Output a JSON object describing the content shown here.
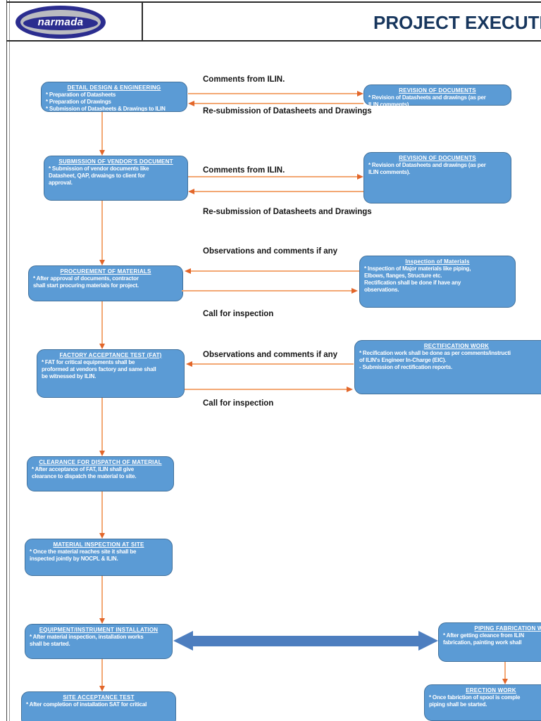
{
  "colors": {
    "box_fill": "#5b9bd5",
    "box_border": "#41719c",
    "arrow_orange_line": "#f3a874",
    "arrow_orange_head": "#e2662a",
    "arrow_blue": "#4d7ebf",
    "title_color": "#17365d",
    "logo_navy": "#2b2d8f",
    "logo_gray": "#babbc0"
  },
  "header": {
    "logo_text": "narmada",
    "title": "PROJECT EXECUTIC"
  },
  "labels": {
    "comments_1": "Comments from ILIN.",
    "resubmission_1": "Re-submission of Datasheets and Drawings",
    "comments_2": "Comments from ILIN.",
    "resubmission_2": "Re-submission of Datasheets and Drawings",
    "observations_1": "Observations and comments if any",
    "call_inspection_1": "Call for inspection",
    "observations_2": "Observations and comments if any",
    "call_inspection_2": "Call for inspection"
  },
  "boxes": {
    "detail_design": {
      "title": "DETAIL DESIGN & ENGINEERING",
      "lines": [
        "* Preparation of Datasheets",
        "* Preparation of Drawings",
        "* Submission of Datasheets & Drawings to ILIN"
      ]
    },
    "revision_documents_1": {
      "title": "REVISION OF DOCUMENTS",
      "lines": [
        "* Revision of Datasheets and drawings (as per",
        "ILIN comments)"
      ]
    },
    "submission_vendor_document": {
      "title": "SUBMISSION OF VENDOR'S DOCUMENT",
      "lines": [
        "* Submission of vendor documents like",
        "Datasheet, QAP, drwaings to client for",
        "approval."
      ]
    },
    "revision_documents_2": {
      "title": "REVISION OF DOCUMENTS",
      "lines": [
        "* Revision of Datasheets and drawings (as per",
        "ILIN comments)."
      ]
    },
    "procurement_of_materials": {
      "title": "PROCUREMENT OF MATERIALS",
      "lines": [
        "* After approval of documents, contractor",
        "shall start procuring materials for project."
      ]
    },
    "inspection_of_materials": {
      "title": "Inspection of Materials",
      "lines": [
        "* Inspection of Major materials like piping,",
        "Elbows, flanges, Structure etc.",
        "Rectification shall be done if have any",
        "observations."
      ]
    },
    "factory_acceptance_test": {
      "title": "FACTORY ACCEPTANCE TEST (FAT)",
      "lines": [
        "* FAT for critical equipments shall be",
        "proformed at vendors factory and same shall",
        "be witnessed by ILIN."
      ]
    },
    "rectification_work": {
      "title": "RECTIFICATION WORK",
      "lines": [
        "* Recification work shall be done as per comments/instructi",
        "of ILIN's Engineer In-Charge (EIC).",
        "- Submission of rectification reports."
      ]
    },
    "clearance_for_dispatch": {
      "title": "CLEARANCE FOR DISPATCH OF MATERIAL",
      "lines": [
        "* After acceptance of FAT, ILIN shall give",
        "clearance to dispatch the material to site."
      ]
    },
    "material_inspection_at_site": {
      "title": "MATERIAL INSPECTION AT SITE",
      "lines": [
        "* Once the material reaches site it shall be",
        "inspected jointly by NOCPL & ILIN."
      ]
    },
    "equipment_instrument_installation": {
      "title": "EQUIPMENT/INSTRUMENT INSTALLATION",
      "lines": [
        "* After material inspection, installation works",
        "shall be started."
      ]
    },
    "piping_fabrication_work": {
      "title": "PIPING FABRICATION W",
      "lines": [
        "* After getting cleance from ILIN",
        "fabrication, painting work shall"
      ]
    },
    "site_acceptance_test": {
      "title": "SITE ACCEPTANCE TEST",
      "lines": [
        "* After completion of installation SAT for critical"
      ]
    },
    "erection_work": {
      "title": "ERECTION WORK",
      "lines": [
        "* Once fabriction of spool is comple",
        "piping shall be started."
      ]
    }
  }
}
